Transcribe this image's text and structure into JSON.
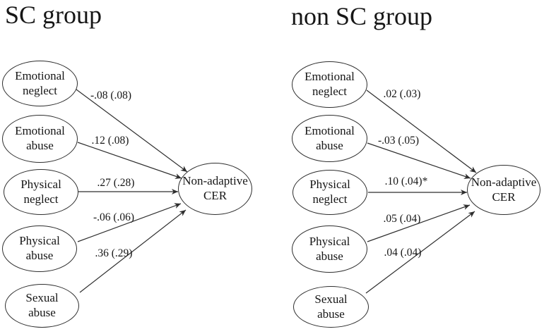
{
  "figure": {
    "type": "path-diagram",
    "outcome_label": "Non-adaptive\nCER",
    "groups": [
      {
        "title": "SC group",
        "outcome_label": "Non-adaptive\nCER",
        "predictors": [
          {
            "name": "Emotional\nneglect",
            "coef_label": "-.08 (.08)",
            "estimate": -0.08,
            "se": 0.08,
            "significant": false
          },
          {
            "name": "Emotional\nabuse",
            "coef_label": ".12 (.08)",
            "estimate": 0.12,
            "se": 0.08,
            "significant": false
          },
          {
            "name": "Physical\nneglect",
            "coef_label": ".27 (.28)",
            "estimate": 0.27,
            "se": 0.28,
            "significant": false
          },
          {
            "name": "Physical\nabuse",
            "coef_label": "-.06 (.06)",
            "estimate": -0.06,
            "se": 0.06,
            "significant": false
          },
          {
            "name": "Sexual\nabuse",
            "coef_label": ".36 (.29)",
            "estimate": 0.36,
            "se": 0.29,
            "significant": false
          }
        ]
      },
      {
        "title": "non SC group",
        "outcome_label": "Non-adaptive\nCER",
        "predictors": [
          {
            "name": "Emotional\nneglect",
            "coef_label": ".02 (.03)",
            "estimate": 0.02,
            "se": 0.03,
            "significant": false
          },
          {
            "name": "Emotional\nabuse",
            "coef_label": "-.03 (.05)",
            "estimate": -0.03,
            "se": 0.05,
            "significant": false
          },
          {
            "name": "Physical\nneglect",
            "coef_label": ".10 (.04)*",
            "estimate": 0.1,
            "se": 0.04,
            "significant": true
          },
          {
            "name": "Physical\nabuse",
            "coef_label": ".05 (.04)",
            "estimate": 0.05,
            "se": 0.04,
            "significant": false
          },
          {
            "name": "Sexual\nabuse",
            "coef_label": ".04 (.04)",
            "estimate": 0.04,
            "se": 0.04,
            "significant": false
          }
        ]
      }
    ],
    "colors": {
      "ink": "#1a1a1a",
      "background": "#ffffff"
    }
  }
}
